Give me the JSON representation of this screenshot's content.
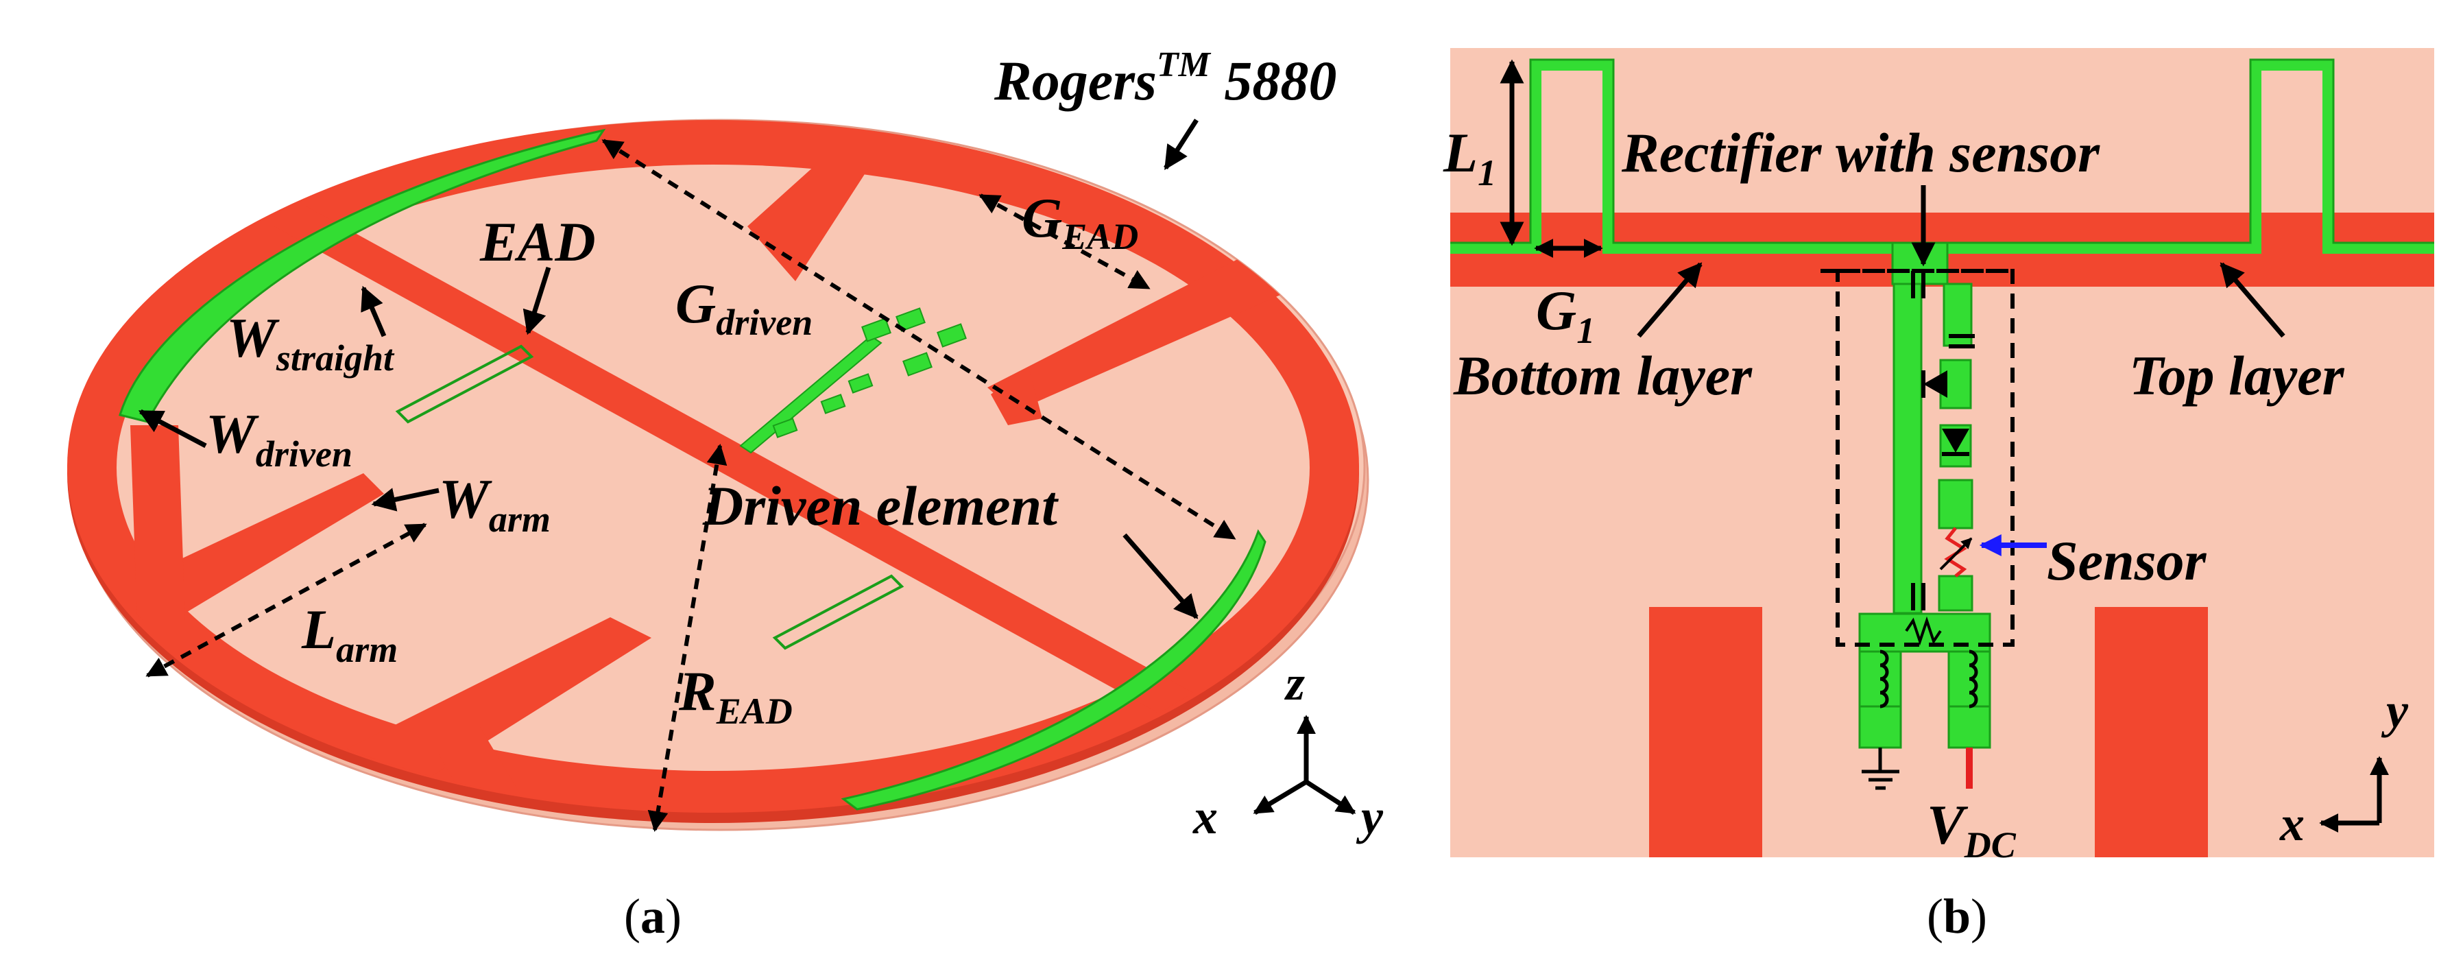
{
  "colors": {
    "substrate": "#f9c7b4",
    "substrate_edge": "#e59a86",
    "metal": "#f2472f",
    "driven": "#33dd33",
    "dark_green": "#1a9e1a",
    "sensor_arrow": "#1a1aff"
  },
  "panel_a": {
    "label_rogers": "Rogers",
    "label_rogers_sup": "TM",
    "label_rogers_num": " 5880",
    "label_ead": "EAD",
    "label_g_ead": "G",
    "label_g_ead_sub": "EAD",
    "label_g_driven": "G",
    "label_g_driven_sub": "driven",
    "label_w_straight": "W",
    "label_w_straight_sub": "straight",
    "label_w_driven": "W",
    "label_w_driven_sub": "driven",
    "label_w_arm": "W",
    "label_w_arm_sub": "arm",
    "label_driven_element": "Driven element",
    "label_l_arm": "L",
    "label_l_arm_sub": "arm",
    "label_r_ead": "R",
    "label_r_ead_sub": "EAD",
    "axis_z": "z",
    "axis_x": "x",
    "axis_y": "y",
    "caption_open": "(",
    "caption_letter": "a",
    "caption_close": ")"
  },
  "panel_b": {
    "label_l1": "L",
    "label_l1_sub": "1",
    "label_rectifier": "Rectifier with sensor",
    "label_g1": "G",
    "label_g1_sub": "1",
    "label_bottom_layer": "Bottom layer",
    "label_top_layer": "Top layer",
    "label_sensor": "Sensor",
    "label_vdc": "V",
    "label_vdc_sub": "DC",
    "axis_y": "y",
    "axis_x": "x",
    "caption_open": "(",
    "caption_letter": "b",
    "caption_close": ")"
  }
}
